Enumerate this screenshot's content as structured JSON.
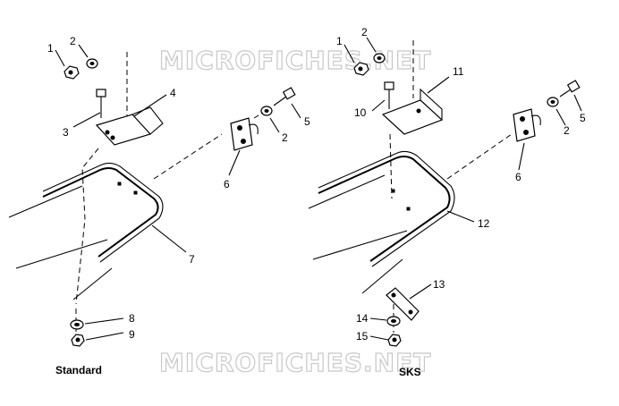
{
  "watermark": "MICROFICHES.NET",
  "standard": {
    "caption": "Standard",
    "callouts": [
      "1",
      "2",
      "3",
      "4",
      "5",
      "2",
      "6",
      "7",
      "8",
      "9"
    ]
  },
  "sks": {
    "caption": "SKS",
    "callouts": [
      "1",
      "2",
      "11",
      "10",
      "5",
      "2",
      "6",
      "12",
      "13",
      "14",
      "15"
    ]
  }
}
